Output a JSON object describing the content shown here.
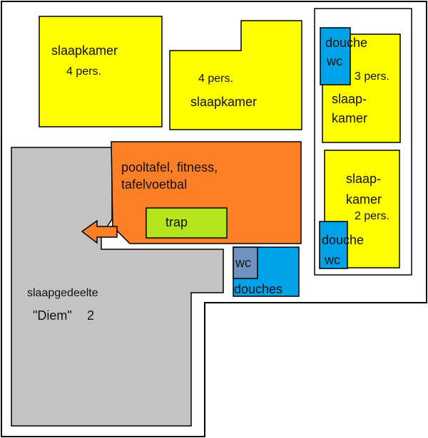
{
  "rooms": {
    "room_1": {
      "name": "slaapkamer",
      "capacity": "4  pers."
    },
    "room_2": {
      "name": "slaapkamer",
      "capacity": "4 pers."
    },
    "room_3": {
      "name_line1": "slaap-",
      "name_line2": "kamer",
      "capacity": "3 pers.",
      "douche": "douche",
      "wc": "wc"
    },
    "room_4": {
      "name_line1": "slaap-",
      "name_line2": "kamer",
      "capacity": "2 pers.",
      "douche": "douche",
      "wc": "wc"
    },
    "activity": {
      "line1": "pooltafel, fitness,",
      "line2": "tafelvoetbal"
    },
    "stairs": "trap",
    "douches": {
      "wc": "wc",
      "label": "douches"
    },
    "wing": {
      "line1": "slaapgedeelte",
      "line2_name": "\"Diem\"",
      "line2_number": "2"
    }
  },
  "colors": {
    "bedroom": "#ffff00",
    "activity": "#ff7f27",
    "stairs": "#b5e61d",
    "shower": "#00a2e8",
    "wc": "#7092be",
    "wing": "#c3c3c3",
    "outline": "#000000"
  }
}
